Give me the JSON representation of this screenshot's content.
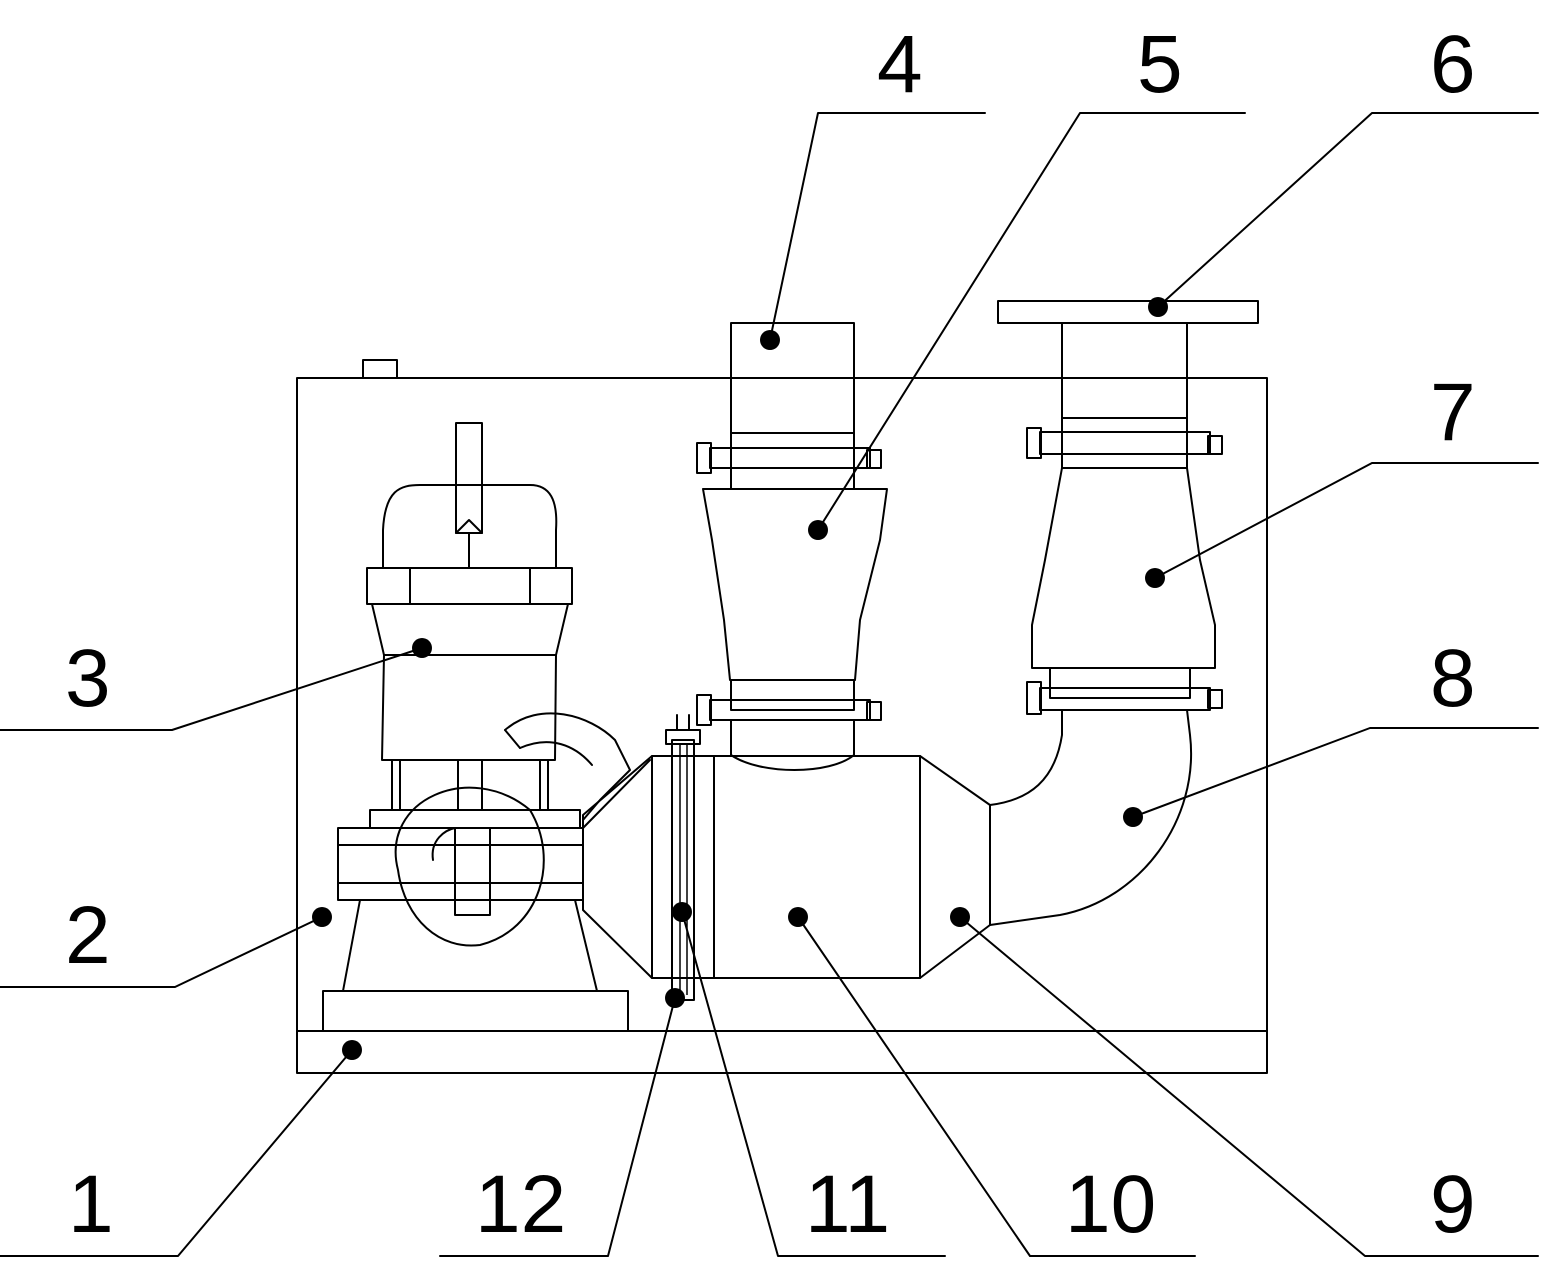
{
  "figure": {
    "parts": [
      {
        "id": "1",
        "label": "1"
      },
      {
        "id": "2",
        "label": "2"
      },
      {
        "id": "3",
        "label": "3"
      },
      {
        "id": "4",
        "label": "4"
      },
      {
        "id": "5",
        "label": "5"
      },
      {
        "id": "6",
        "label": "6"
      },
      {
        "id": "7",
        "label": "7"
      },
      {
        "id": "8",
        "label": "8"
      },
      {
        "id": "9",
        "label": "9"
      },
      {
        "id": "10",
        "label": "10"
      },
      {
        "id": "11",
        "label": "11"
      },
      {
        "id": "12",
        "label": "12"
      }
    ],
    "colors": {
      "line": "#000000",
      "background": "#ffffff"
    }
  }
}
